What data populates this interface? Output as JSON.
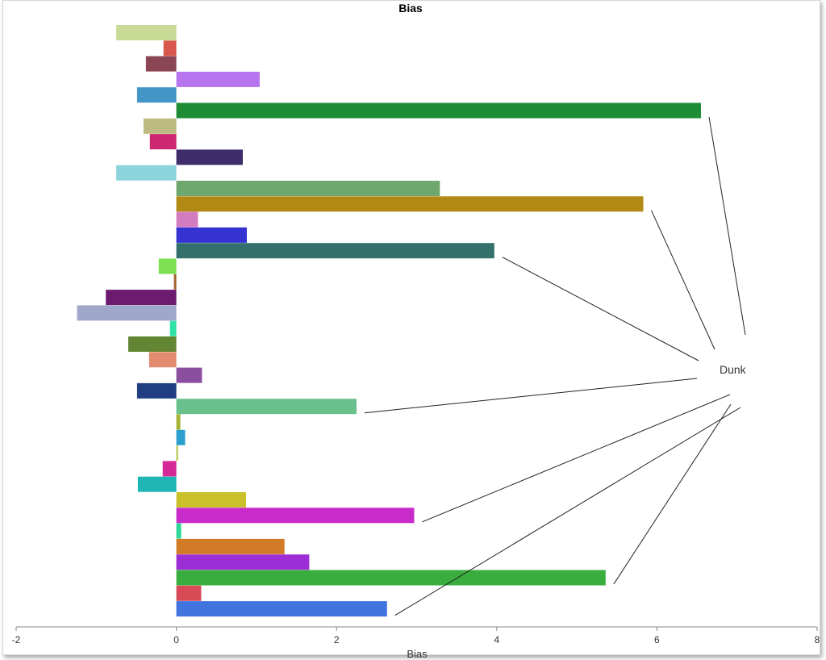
{
  "chart_data": {
    "type": "bar",
    "orientation": "horizontal",
    "title": "Bias",
    "xlabel": "Bias",
    "ylabel": "",
    "xlim": [
      -2,
      8
    ],
    "xticks": [
      -2,
      0,
      2,
      4,
      6,
      8
    ],
    "grid": false,
    "legend": "none",
    "bars": [
      {
        "value": -0.75,
        "color": "#c9d996"
      },
      {
        "value": -0.16,
        "color": "#d9574c"
      },
      {
        "value": -0.38,
        "color": "#8a4655"
      },
      {
        "value": 1.04,
        "color": "#b674ee"
      },
      {
        "value": -0.49,
        "color": "#4394c7"
      },
      {
        "value": 6.55,
        "color": "#1e8c35"
      },
      {
        "value": -0.41,
        "color": "#bdbb80"
      },
      {
        "value": -0.33,
        "color": "#cc2770"
      },
      {
        "value": 0.83,
        "color": "#3d2d6a"
      },
      {
        "value": -0.75,
        "color": "#8cd4dc"
      },
      {
        "value": 3.29,
        "color": "#6ea86e"
      },
      {
        "value": 5.83,
        "color": "#b38915"
      },
      {
        "value": 0.27,
        "color": "#d47cc0"
      },
      {
        "value": 0.88,
        "color": "#3433d1"
      },
      {
        "value": 3.97,
        "color": "#33706b"
      },
      {
        "value": -0.22,
        "color": "#7ce050"
      },
      {
        "value": -0.03,
        "color": "#a0642c"
      },
      {
        "value": -0.88,
        "color": "#6c1c6f"
      },
      {
        "value": -1.24,
        "color": "#9fa8ca"
      },
      {
        "value": -0.08,
        "color": "#2ee3a5"
      },
      {
        "value": -0.6,
        "color": "#628634"
      },
      {
        "value": -0.34,
        "color": "#e38b6e"
      },
      {
        "value": 0.32,
        "color": "#8b4fa0"
      },
      {
        "value": -0.49,
        "color": "#1f3f82"
      },
      {
        "value": 2.25,
        "color": "#69c08c"
      },
      {
        "value": 0.05,
        "color": "#a8b234"
      },
      {
        "value": 0.11,
        "color": "#2b9fce"
      },
      {
        "value": 0.02,
        "color": "#b2c23a"
      },
      {
        "value": -0.17,
        "color": "#d62896"
      },
      {
        "value": -0.48,
        "color": "#1fb5b5"
      },
      {
        "value": 0.87,
        "color": "#c9c02a"
      },
      {
        "value": 2.97,
        "color": "#c82bc9"
      },
      {
        "value": 0.06,
        "color": "#2ed69a"
      },
      {
        "value": 1.35,
        "color": "#d27b26"
      },
      {
        "value": 1.66,
        "color": "#9d2ed6"
      },
      {
        "value": 5.36,
        "color": "#3aad3f"
      },
      {
        "value": 0.31,
        "color": "#d84a56"
      },
      {
        "value": 2.63,
        "color": "#4174df"
      }
    ],
    "annotation": {
      "text": "Dunk",
      "targets": [
        5,
        11,
        14,
        24,
        31,
        35,
        37
      ]
    }
  }
}
